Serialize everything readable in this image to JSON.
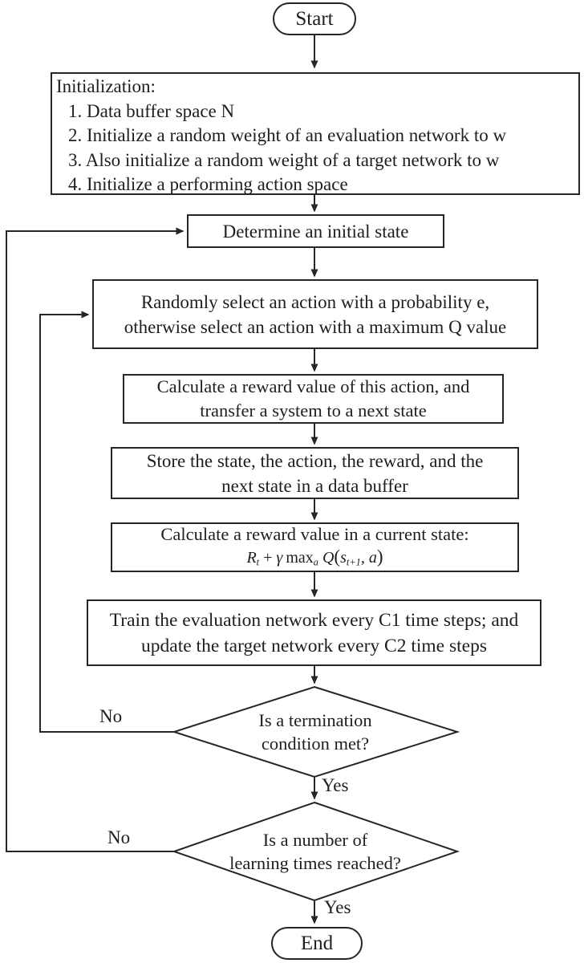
{
  "diagram": {
    "colors": {
      "line": "#262626",
      "background": "#ffffff",
      "text": "#1e1e1e"
    },
    "nodes": {
      "start": {
        "label": "Start"
      },
      "init": {
        "title": "Initialization:",
        "items": [
          "1. Data buffer space N",
          "2. Initialize a random weight of an evaluation network to w",
          "3. Also initialize a random weight of a target network to w",
          "4. Initialize a performing action space"
        ]
      },
      "determine": {
        "label": "Determine an initial state"
      },
      "select_action": {
        "lines": [
          "Randomly select an action with a probability e,",
          "otherwise select an action with a maximum Q value"
        ]
      },
      "calc_reward": {
        "lines": [
          "Calculate a reward value of this action, and",
          "transfer a system to a next state"
        ]
      },
      "store_buffer": {
        "lines": [
          "Store the state, the action, the reward, and the",
          "next state in a data buffer"
        ]
      },
      "calc_current": {
        "line1": "Calculate a reward value in a current state:",
        "formula": {
          "r": "R",
          "r_sub": "t",
          "op": " + ",
          "gamma": "γ",
          "max": "max",
          "max_sub": "a",
          "q": " Q",
          "lparen": "(",
          "s": "s",
          "s_sub": "t+1",
          "comma_a": ", a",
          "rparen": ")"
        }
      },
      "train": {
        "lines": [
          "Train the evaluation network every C1 time steps; and",
          "update the target network every C2 time steps"
        ]
      },
      "decision_termination": {
        "lines": [
          "Is a termination",
          "condition met?"
        ]
      },
      "decision_learning": {
        "lines": [
          "Is a number of",
          "learning times reached?"
        ]
      },
      "end": {
        "label": "End"
      }
    },
    "edge_labels": {
      "termination_no": "No",
      "termination_yes": "Yes",
      "learning_no": "No",
      "learning_yes": "Yes"
    }
  }
}
